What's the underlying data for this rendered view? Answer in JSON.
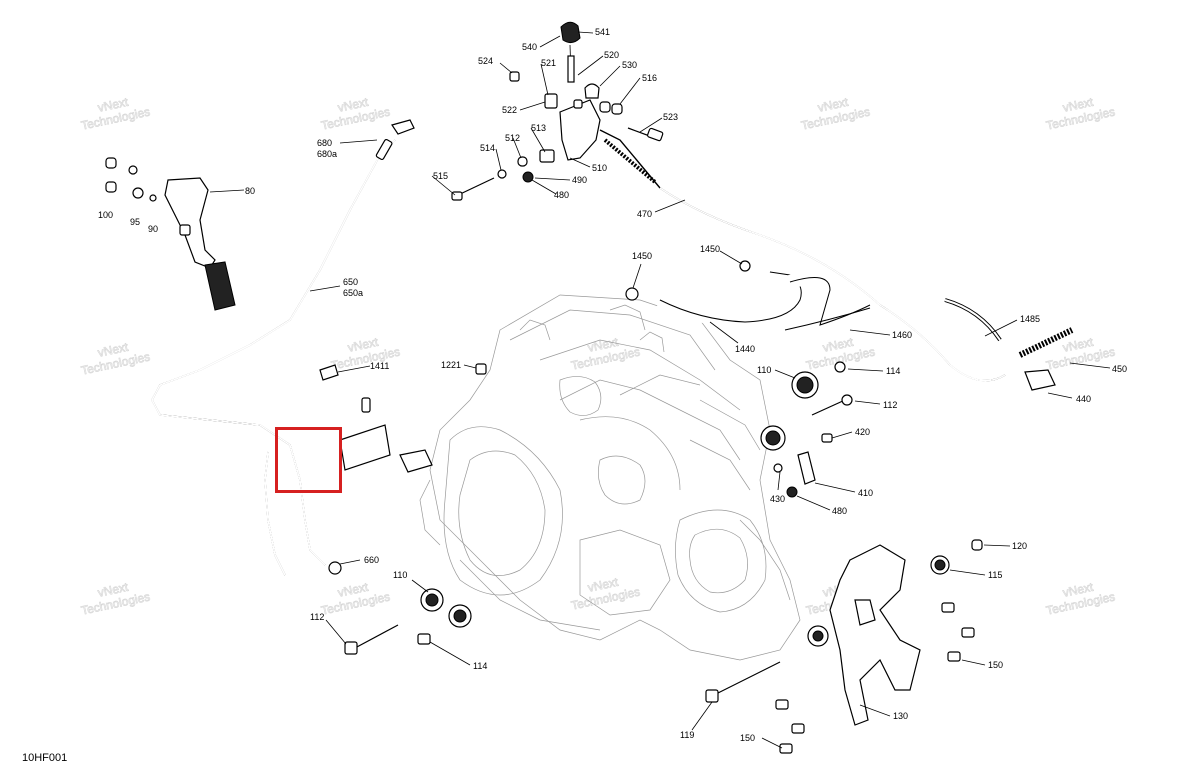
{
  "drawing_code": "10HF001",
  "watermark_text": [
    "vNext",
    "Technologies"
  ],
  "highlight_color": "#d62020",
  "labels": {
    "l540": "540",
    "l541": "541",
    "l524": "524",
    "l521": "521",
    "l520": "520",
    "l530": "530",
    "l516": "516",
    "l522": "522",
    "l523": "523",
    "l513": "513",
    "l512": "512",
    "l514": "514",
    "l510": "510",
    "l490": "490",
    "l480a": "480",
    "l515": "515",
    "l470": "470",
    "l680": "680",
    "l680a": "680a",
    "l80": "80",
    "l100": "100",
    "l95": "95",
    "l90": "90",
    "l650": "650",
    "l650a": "650a",
    "l1450a": "1450",
    "l1450b": "1450",
    "l1440": "1440",
    "l1460": "1460",
    "l1485": "1485",
    "l450": "450",
    "l440": "440",
    "l1221": "1221",
    "l1411": "1411",
    "l110a": "110",
    "l114a": "114",
    "l112a": "112",
    "l420": "420",
    "l410": "410",
    "l430": "430",
    "l480b": "480",
    "l660": "660",
    "l110b": "110",
    "l112b": "112",
    "l114b": "114",
    "l120": "120",
    "l115": "115",
    "l150a": "150",
    "l119": "119",
    "l130": "130",
    "l150b": "150"
  }
}
